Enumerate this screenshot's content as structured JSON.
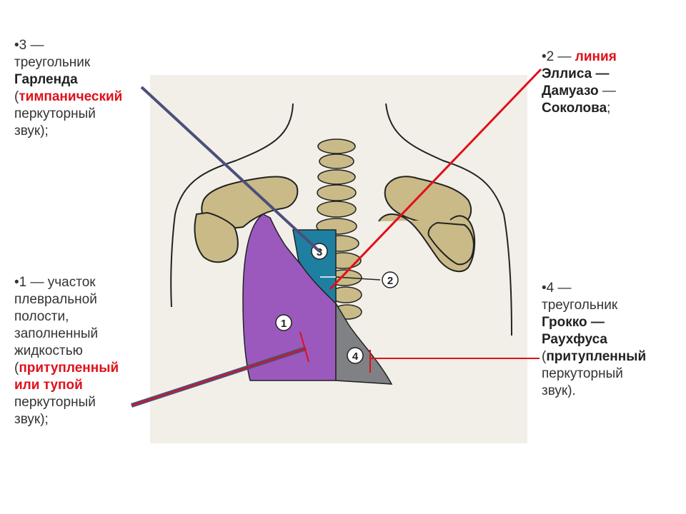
{
  "colors": {
    "panel": "#f2efe8",
    "bone": "#c9ba87",
    "purple": "#9b59bd",
    "teal": "#1e7fa0",
    "gray": "#7f8184",
    "red": "#e0101a",
    "navy": "#4b4f7a"
  },
  "markers": [
    "1",
    "2",
    "3",
    "4"
  ],
  "label3": {
    "line1": "•3 —",
    "line2": "треугольник",
    "line3": "Гарленда",
    "line4_open": "(",
    "line4_red": "тимпанический",
    "line5": "перкуторный",
    "line6": "звук);"
  },
  "label2": {
    "line1_a": "•2 — ",
    "line1_red": "линия",
    "line2": "Эллиса —",
    "line3": "Дамуазо",
    "line3_dash": " —",
    "line4": "Соколова",
    "line4_end": ";"
  },
  "label1": {
    "line1": "•1 — участок",
    "line2": "плевральной",
    "line3": "полости,",
    "line4": "заполненный",
    "line5": "жидкостью",
    "line6_open": "(",
    "line6_red": "притупленный",
    "line7_red": "или тупой",
    "line8": "перкуторный",
    "line9": "звук);"
  },
  "label4": {
    "line1": "•4 —",
    "line2": "треугольник",
    "line3": "Грокко —",
    "line4": "Раухфуса",
    "line5_open": "(",
    "line5_bold": "притупленный",
    "line6": "перкуторный",
    "line7": "звук)."
  }
}
